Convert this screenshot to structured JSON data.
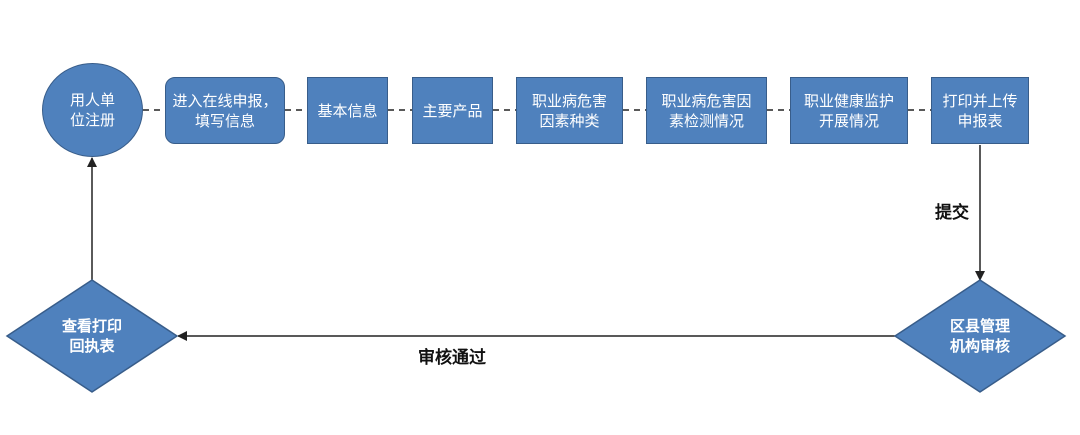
{
  "nodes": {
    "register": {
      "line1": "用人单",
      "line2": "位注册"
    },
    "online_filing": {
      "line1": "进入在线申报，",
      "line2": "填写信息"
    },
    "basic_info": {
      "label": "基本信息"
    },
    "main_products": {
      "label": "主要产品"
    },
    "hazard_types": {
      "line1": "职业病危害",
      "line2": "因素种类"
    },
    "hazard_testing": {
      "line1": "职业病危害因",
      "line2": "素检测情况"
    },
    "health_monitoring": {
      "line1": "职业健康监护",
      "line2": "开展情况"
    },
    "print_upload": {
      "line1": "打印并上传",
      "line2": "申报表"
    },
    "district_review": {
      "line1": "区县管理",
      "line2": "机构审核"
    },
    "print_receipt": {
      "line1": "查看打印",
      "line2": "回执表"
    }
  },
  "edges": {
    "submit_label": "提交",
    "approved_label": "审核通过"
  },
  "colors": {
    "node_fill": "#4f81bd",
    "node_border": "#385d8a",
    "connector": "#222222"
  }
}
